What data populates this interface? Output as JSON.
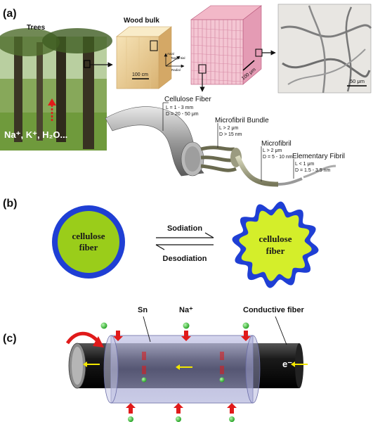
{
  "panel_a": {
    "panel_label": "(a)",
    "trees_label": "Trees",
    "ions_text": "Na⁺, K⁺, H₂O...",
    "wood_bulk_label": "Wood bulk",
    "wood_scale": "100 cm",
    "axis_radial": "Radial",
    "axis_tangential": "Tangential",
    "axis_axial": "Axial",
    "micro_scale": "100 μm",
    "fiber_scale": "50 μm",
    "cellulose_fiber": {
      "name": "Cellulose Fiber",
      "length": "L = 1 - 3 mm",
      "diameter": "D = 20 - 50 μm"
    },
    "microfibril_bundle": {
      "name": "Microfibril Bundle",
      "length": "L > 2 μm",
      "diameter": "D > 15 nm"
    },
    "microfibril": {
      "name": "Microfibril",
      "length": "L > 2 μm",
      "diameter": "D = 5 - 10 nm"
    },
    "elementary_fibril": {
      "name": "Elementary Fibril",
      "length": "L < 1 μm",
      "diameter": "D = 1.5 - 3.5 nm"
    }
  },
  "panel_b": {
    "panel_label": "(b)",
    "left_line1": "cellulose",
    "left_line2": "fiber",
    "right_line1": "cellulose",
    "right_line2": "fiber",
    "forward_label": "Sodiation",
    "reverse_label": "Desodiation"
  },
  "panel_c": {
    "panel_label": "(c)",
    "sn_label": "Sn",
    "na_label": "Na⁺",
    "conductive_label": "Conductive fiber",
    "electron_label": "e⁻"
  },
  "colors": {
    "fiber_core": "#9acd1a",
    "fiber_shell": "#1f3fd4",
    "swollen_core": "#d4ee2a",
    "sodium_ion": "#2ab82a",
    "ion_arrow": "#e01a1a",
    "electron_arrow": "#f2e600"
  }
}
